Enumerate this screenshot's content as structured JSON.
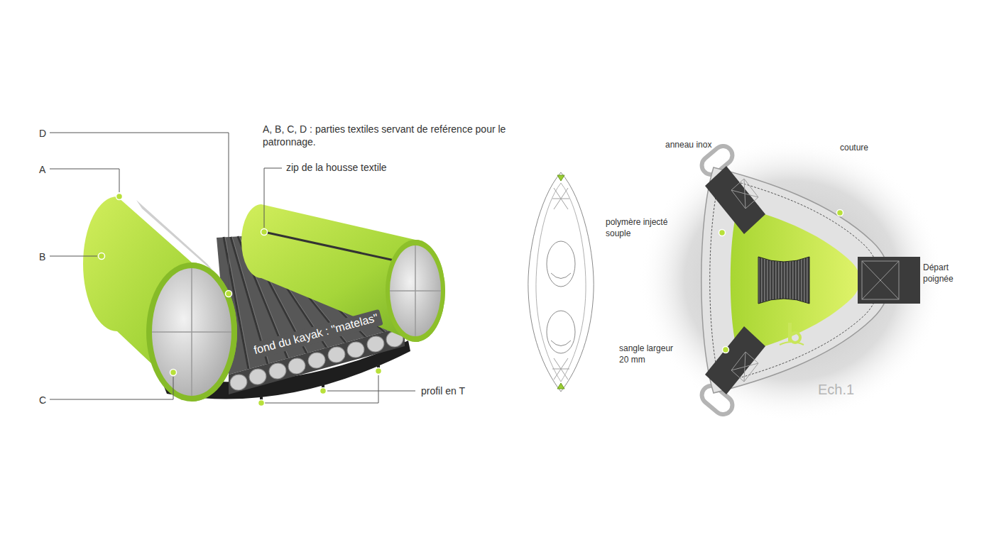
{
  "diagram": {
    "labels": [
      "D",
      "A",
      "B",
      "C",
      "A, B, C, D : parties textiles servant de reférence pour le patronnage.",
      "zip de la housse textile",
      "fond du kayak : \"matelas\"",
      "profil en T",
      "anneau inox",
      "couture",
      "polymère injecté souple",
      "Départ poignée",
      "sangle largeur 20 mm",
      "Ech.1"
    ]
  }
}
